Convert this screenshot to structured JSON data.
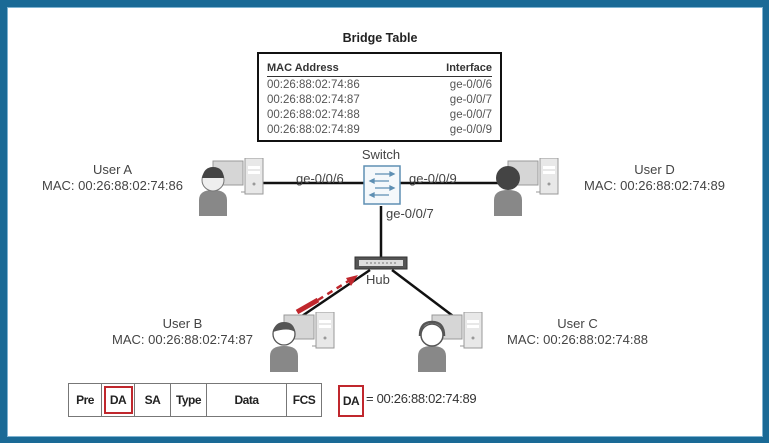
{
  "bridge_table": {
    "title": "Bridge Table",
    "headers": {
      "mac": "MAC Address",
      "interface": "Interface"
    },
    "rows": [
      {
        "mac": "00:26:88:02:74:86",
        "interface": "ge-0/0/6"
      },
      {
        "mac": "00:26:88:02:74:87",
        "interface": "ge-0/0/7"
      },
      {
        "mac": "00:26:88:02:74:88",
        "interface": "ge-0/0/7"
      },
      {
        "mac": "00:26:88:02:74:89",
        "interface": "ge-0/0/9"
      }
    ]
  },
  "switch": {
    "label": "Switch",
    "ports": {
      "left": "ge-0/0/6",
      "right": "ge-0/0/9",
      "down": "ge-0/0/7"
    }
  },
  "hub": {
    "label": "Hub"
  },
  "users": [
    {
      "name": "User A",
      "mac": "MAC: 00:26:88:02:74:86"
    },
    {
      "name": "User B",
      "mac": "MAC: 00:26:88:02:74:87"
    },
    {
      "name": "User C",
      "mac": "MAC: 00:26:88:02:74:88"
    },
    {
      "name": "User D",
      "mac": "MAC: 00:26:88:02:74:89"
    }
  ],
  "ethernet_frame": {
    "fields": [
      "Pre",
      "DA",
      "SA",
      "Type",
      "Data",
      "FCS"
    ],
    "highlighted_field": "DA",
    "legend_key": "DA",
    "legend_value": "= 00:26:88:02:74:89"
  },
  "colors": {
    "border": "#1a6a96",
    "highlight": "#c0272d",
    "arrow": "#c0272d"
  }
}
